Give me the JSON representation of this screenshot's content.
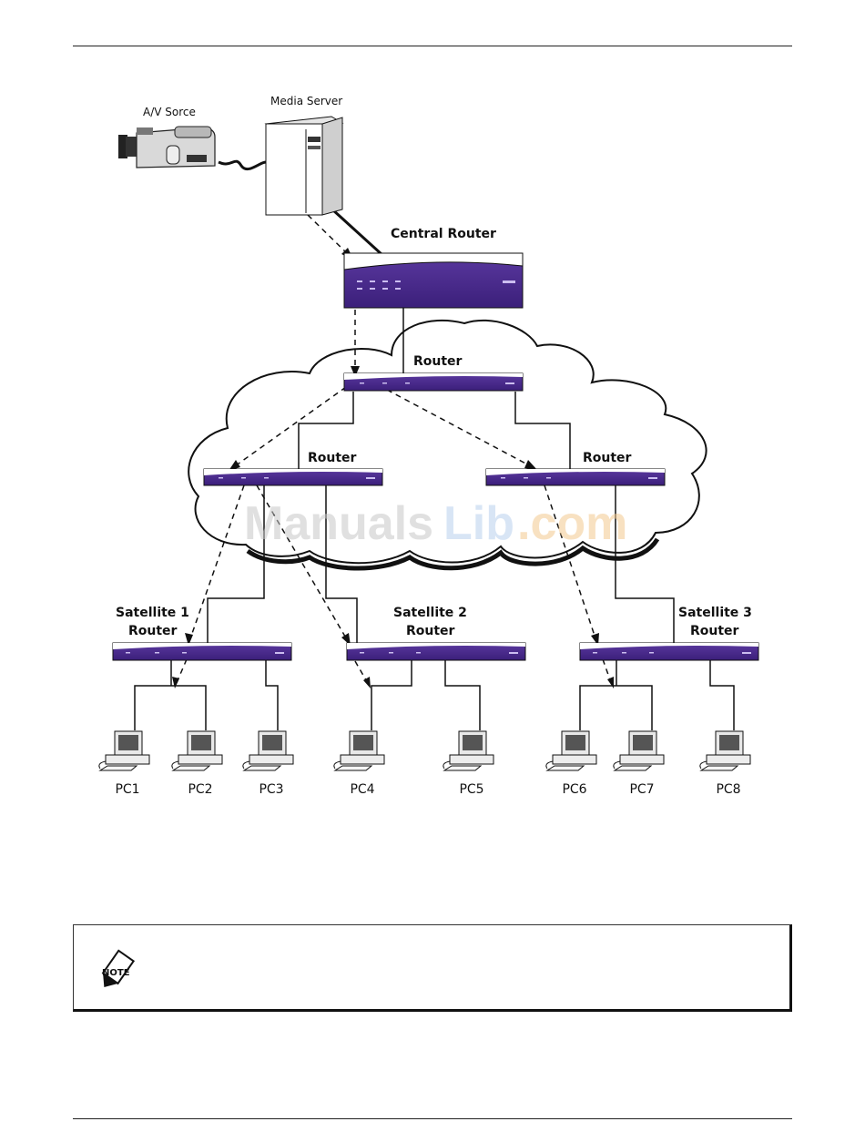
{
  "labels": {
    "av_source": "A/V Sorce",
    "media_server": "Media Server",
    "central_router": "Central Router",
    "router_top": "Router",
    "router_left": "Router",
    "router_right": "Router",
    "sat1_line1": "Satellite 1",
    "sat1_line2": "Router",
    "sat2_line1": "Satellite 2",
    "sat2_line2": "Router",
    "sat3_line1": "Satellite 3",
    "sat3_line2": "Router"
  },
  "pcs": [
    "PC1",
    "PC2",
    "PC3",
    "PC4",
    "PC5",
    "PC6",
    "PC7",
    "PC8"
  ],
  "watermark": {
    "part1": "Manuals",
    "part2": "Lib",
    "part3": ".com"
  },
  "note": {
    "icon_text": "NOTE"
  },
  "colors": {
    "router": "#4a2a8c",
    "router_light": "#6b4cb0"
  }
}
